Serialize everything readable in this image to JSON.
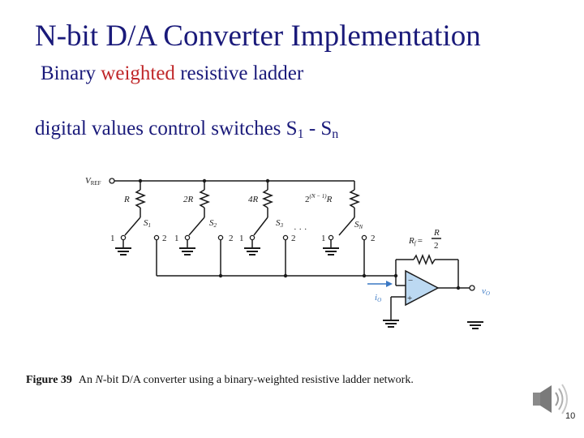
{
  "slide": {
    "title": "N-bit D/A Converter Implementation",
    "subtitle_before": "Binary ",
    "subtitle_highlight": "weighted",
    "subtitle_after": " resistive ladder",
    "bullet_text": "digital values control switches S",
    "bullet_sub1": "1",
    "bullet_mid": " - S",
    "bullet_subn": "n",
    "page_number": "10"
  },
  "figure": {
    "caption_label": "Figure 39",
    "caption_italic": "N",
    "caption_text": "-bit D/A converter using a binary-weighted resistive ladder network.",
    "labels": {
      "vref": "V",
      "vref_sub": "REF",
      "r1": "R",
      "r2": "2R",
      "r3": "4R",
      "rn_base": "2",
      "rn_sup": "(N − 1)",
      "rn_r": "R",
      "s1": "S",
      "s1_sub": "1",
      "s2": "S",
      "s2_sub": "2",
      "s3": "S",
      "s3_sub": "3",
      "sn": "S",
      "sn_sub": "N",
      "pos1": "1",
      "pos2": "2",
      "dots": "· · ·",
      "rf": "R",
      "rf_sub": "f",
      "rf_eq": "=",
      "rf_num": "R",
      "rf_den": "2",
      "io": "i",
      "io_sub": "O",
      "vo": "v",
      "vo_sub": "O",
      "minus": "−",
      "plus": "+"
    },
    "colors": {
      "accent_blue": "#3a78c4",
      "opamp_fill": "#bcd9f2",
      "title_color": "#1a1a7a",
      "highlight_red": "#c0282a"
    }
  },
  "icons": {
    "audio": "speaker-icon"
  }
}
